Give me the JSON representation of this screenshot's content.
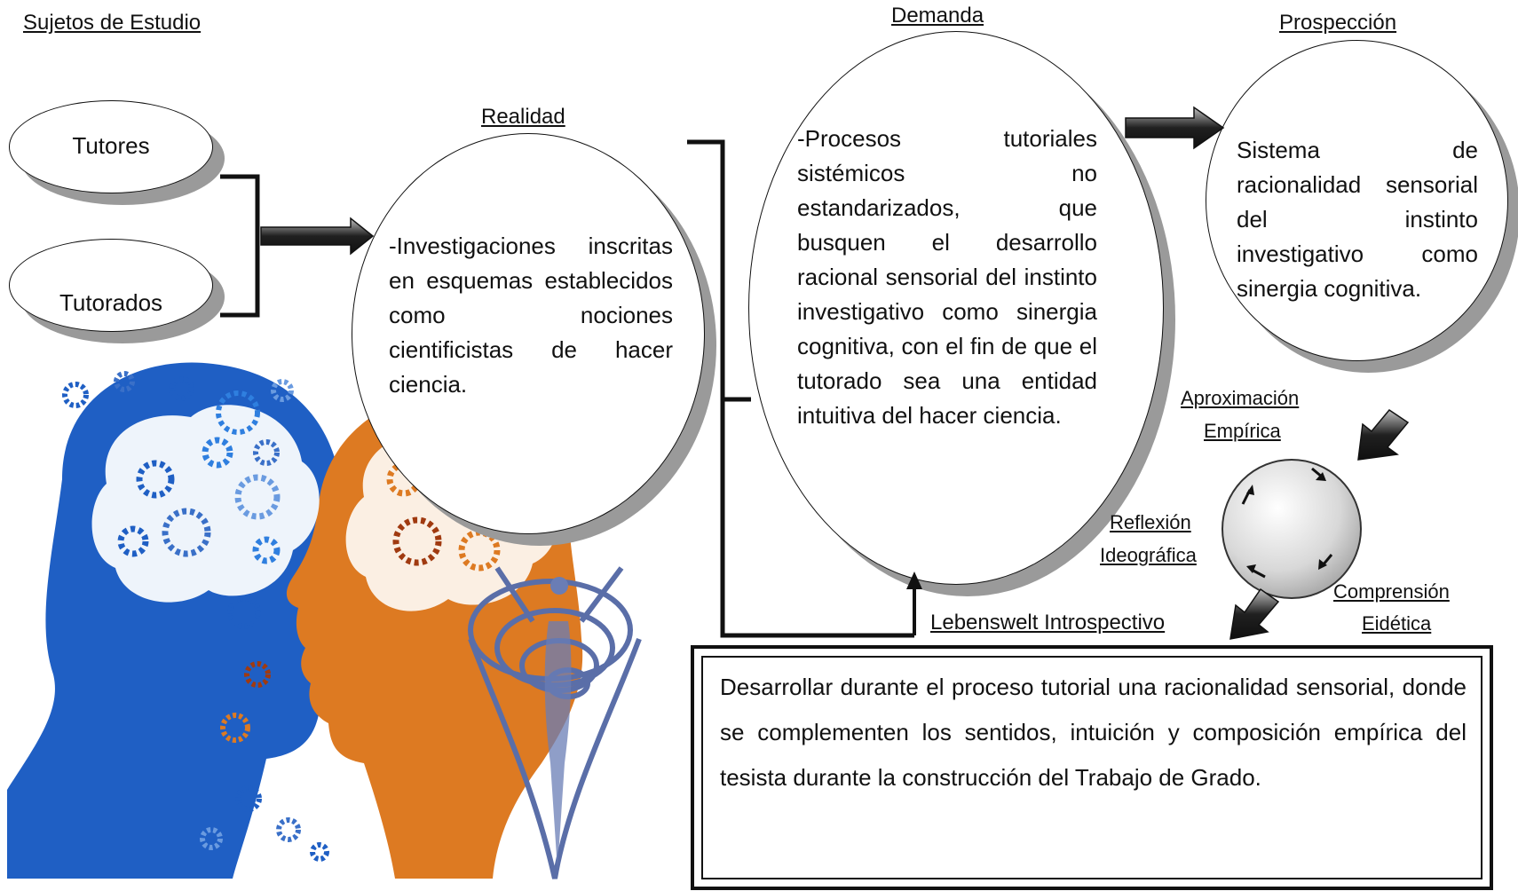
{
  "header": {
    "subjects_title": "Sujetos de Estudio",
    "demand_title": "Demanda",
    "prospect_title": "Prospección",
    "reality_title": "Realidad"
  },
  "subjects": {
    "tutors": "Tutores",
    "tutees": "Tutorados"
  },
  "reality_text": "-Investigaciones inscritas en esquemas establecidos como nociones cientificistas de hacer ciencia.",
  "demand_text": "-Procesos tutoriales sistémicos no estandarizados, que busquen el desarrollo racional sensorial del instinto investigativo como sinergia cognitiva, con el fin de que el tutorado sea una entidad intuitiva del hacer ciencia.",
  "prospect_text": "Sistema de racionalidad sensorial del instinto investigativo como sinergia cognitiva.",
  "cycle": {
    "empirical_1": "Aproximación",
    "empirical_2": "Empírica",
    "reflection_1": "Reflexión",
    "reflection_2": "Ideográfica",
    "comprehension_1": "Comprensión",
    "comprehension_2": "Eidética"
  },
  "lebenswelt": "Lebenswelt Introspectivo",
  "conclusion_text": "Desarrollar durante el proceso tutorial una racionalidad sensorial, donde se complementen los sentidos, intuición y composición empírica del tesista durante la construcción del Trabajo de Grado.",
  "colors": {
    "blue_head": "#1f5fc4",
    "orange_head": "#dd7a22",
    "shadow": "#9a9a9a",
    "spiral_blue": "#5a6ea8"
  }
}
